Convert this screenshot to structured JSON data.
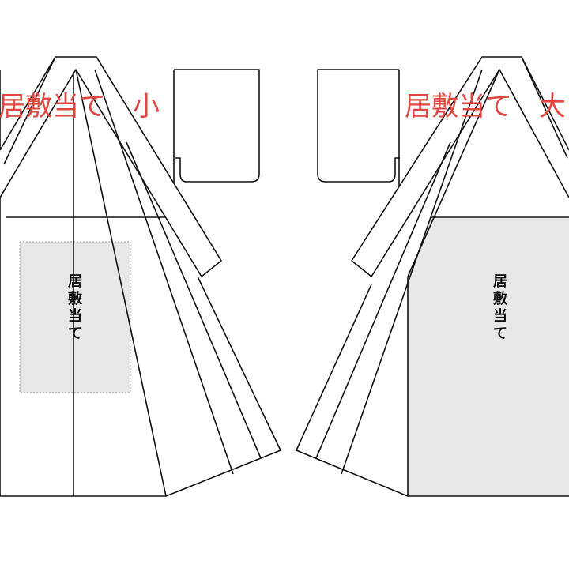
{
  "diagrams": {
    "left": {
      "title": "居敷当て　小",
      "patch_label": "居敷当て"
    },
    "right": {
      "title": "居敷当て　大",
      "patch_label": "居敷当て"
    }
  },
  "colors": {
    "title_red": "#e0463f",
    "patch_fill": "#e8e8e8",
    "line": "#111111"
  }
}
